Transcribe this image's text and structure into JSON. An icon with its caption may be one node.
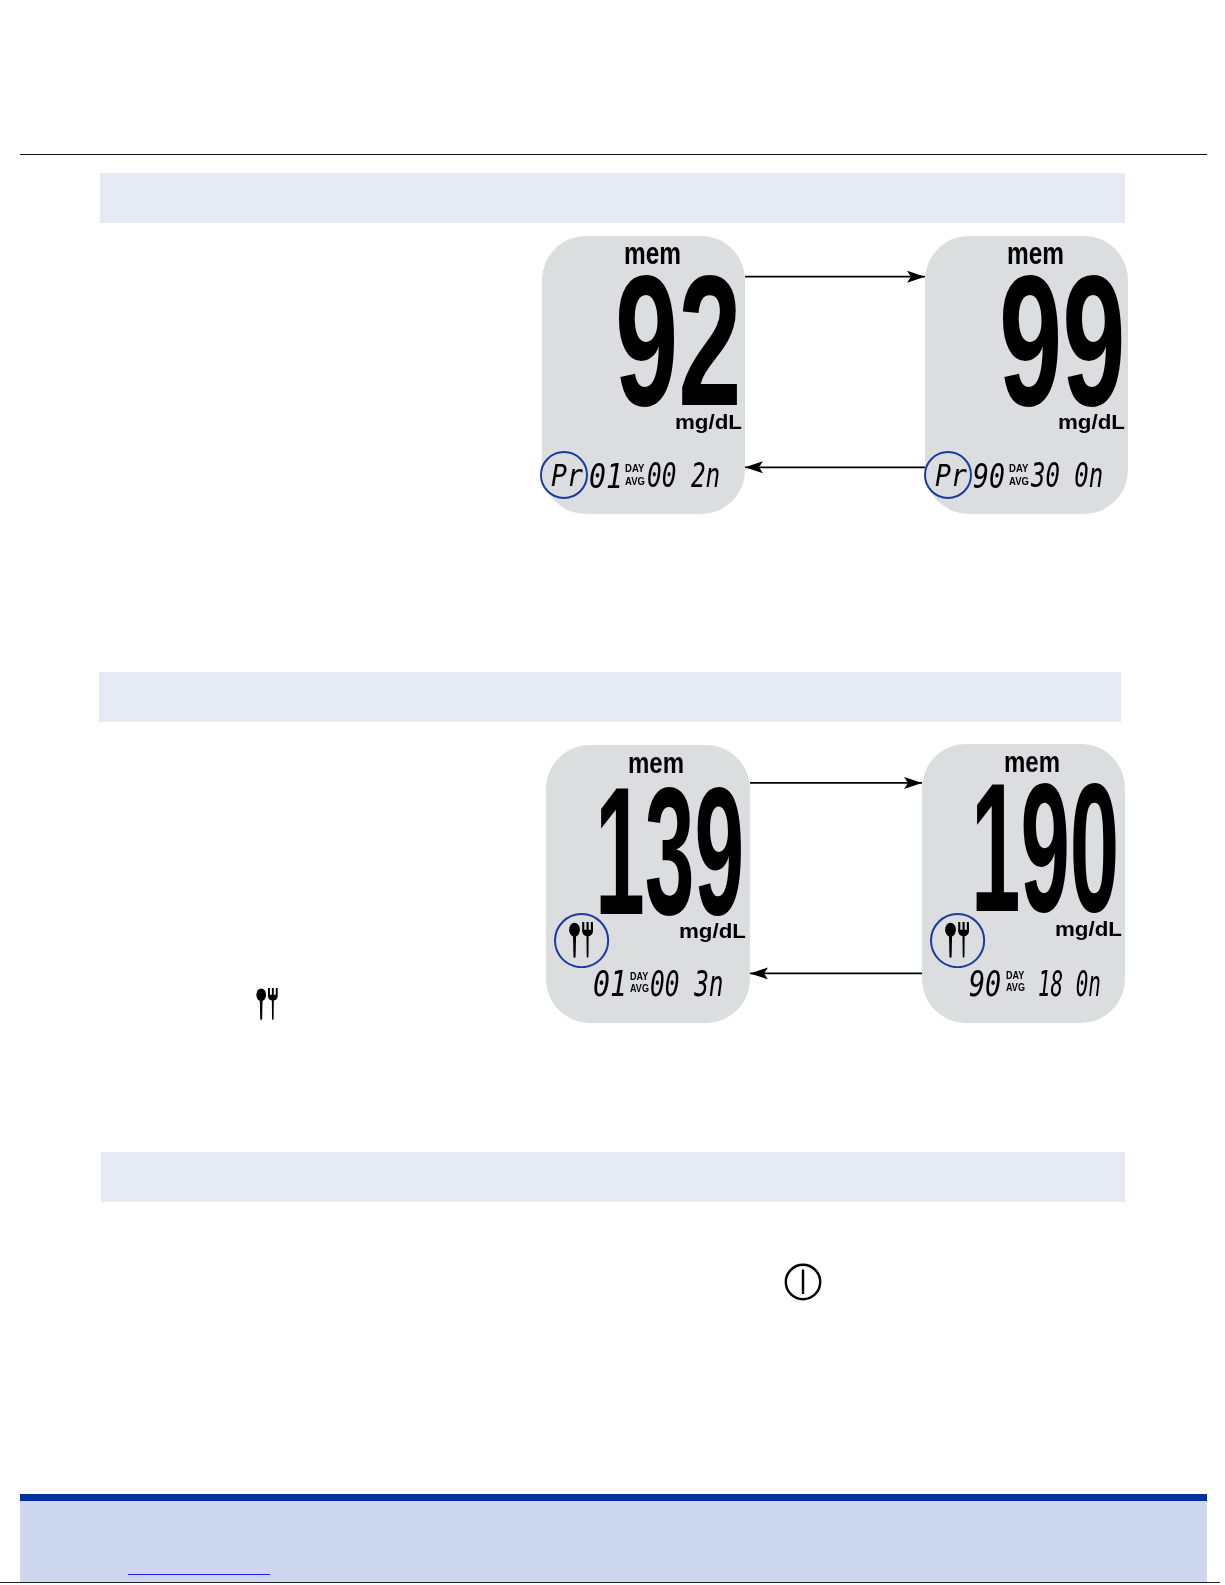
{
  "diagram": {
    "nodes": [
      {
        "text": [
          "mem",
          "92",
          "mg/dL",
          "Pr",
          "01",
          "DAY AVG",
          "00 2n"
        ]
      },
      {
        "text": [
          "mem",
          "99",
          "mg/dL",
          "Pr",
          "90",
          "DAY AVG",
          "30 0n"
        ]
      },
      {
        "text": [
          "mem",
          "139",
          "mg/dL",
          "01",
          "DAY AVG",
          "00 3n"
        ]
      },
      {
        "text": [
          "mem",
          "190",
          "mg/dL",
          "90",
          "DAY AVG",
          "18 0n"
        ]
      }
    ],
    "edges": [
      {
        "from": 0,
        "to": 1,
        "arrow": "to"
      },
      {
        "from": 1,
        "to": 0,
        "arrow": "to"
      },
      {
        "from": 2,
        "to": 3,
        "arrow": "to"
      },
      {
        "from": 3,
        "to": 2,
        "arrow": "to"
      }
    ]
  }
}
